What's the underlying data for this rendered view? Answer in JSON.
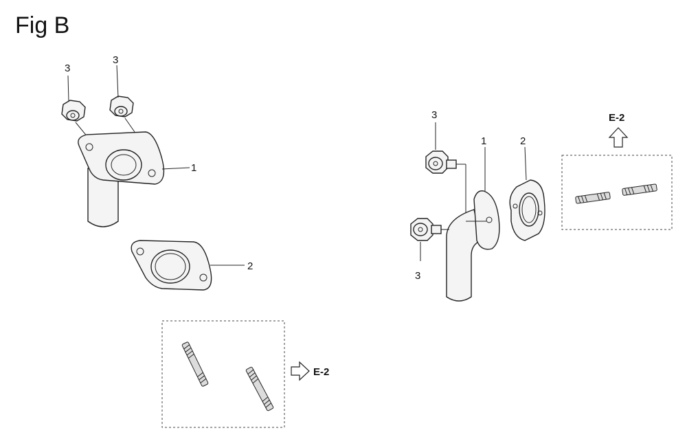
{
  "figure": {
    "title": "Fig B"
  },
  "left_assembly": {
    "callouts": {
      "bolt_a": "3",
      "bolt_b": "3",
      "elbow": "1",
      "gasket": "2"
    },
    "reference": "E-2"
  },
  "right_assembly": {
    "callouts": {
      "bolt_top": "3",
      "elbow": "1",
      "gasket": "2",
      "bolt_bottom": "3"
    },
    "reference": "E-2"
  }
}
